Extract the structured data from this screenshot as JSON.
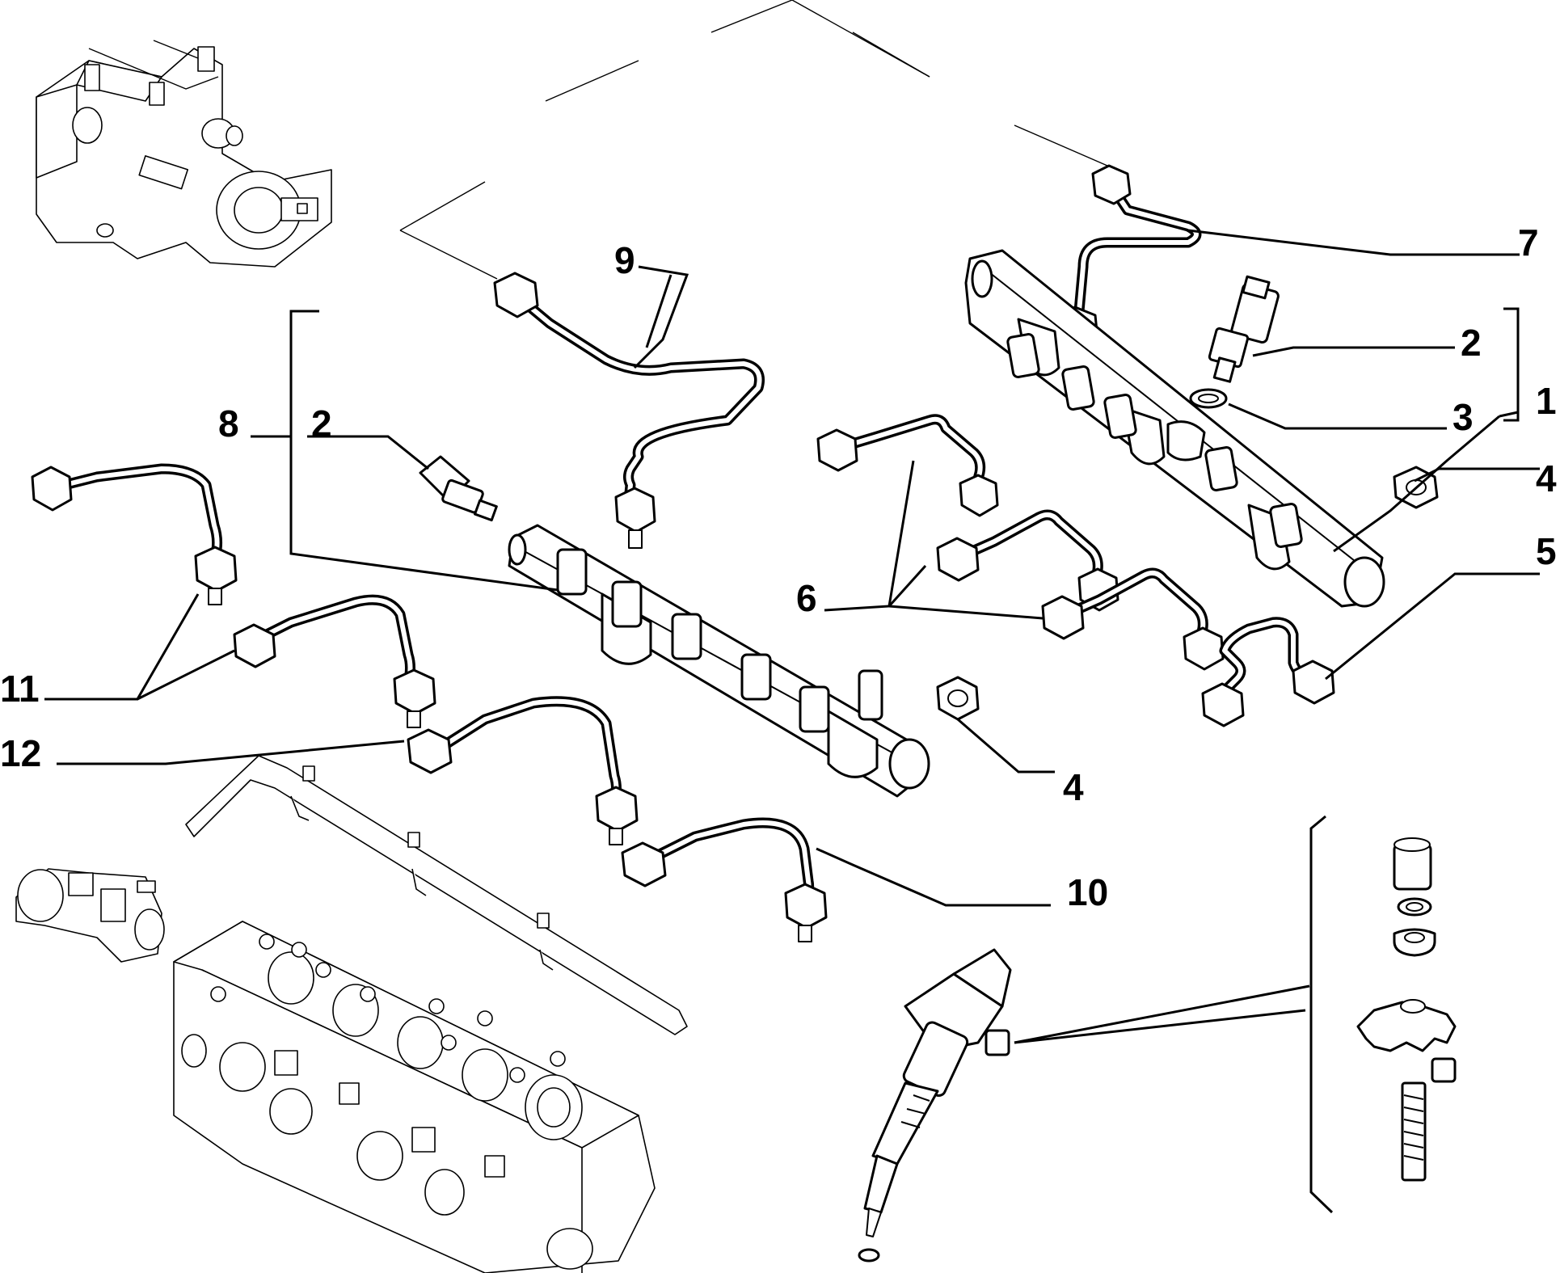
{
  "diagram": {
    "callouts": [
      {
        "id": "c7",
        "label": "7"
      },
      {
        "id": "c2a",
        "label": "2"
      },
      {
        "id": "c3",
        "label": "3"
      },
      {
        "id": "c1",
        "label": "1"
      },
      {
        "id": "c4a",
        "label": "4"
      },
      {
        "id": "c5",
        "label": "5"
      },
      {
        "id": "c9",
        "label": "9"
      },
      {
        "id": "c8",
        "label": "8"
      },
      {
        "id": "c2b",
        "label": "2"
      },
      {
        "id": "c6",
        "label": "6"
      },
      {
        "id": "c11",
        "label": "11"
      },
      {
        "id": "c12",
        "label": "12"
      },
      {
        "id": "c4b",
        "label": "4"
      },
      {
        "id": "c10",
        "label": "10"
      }
    ]
  }
}
